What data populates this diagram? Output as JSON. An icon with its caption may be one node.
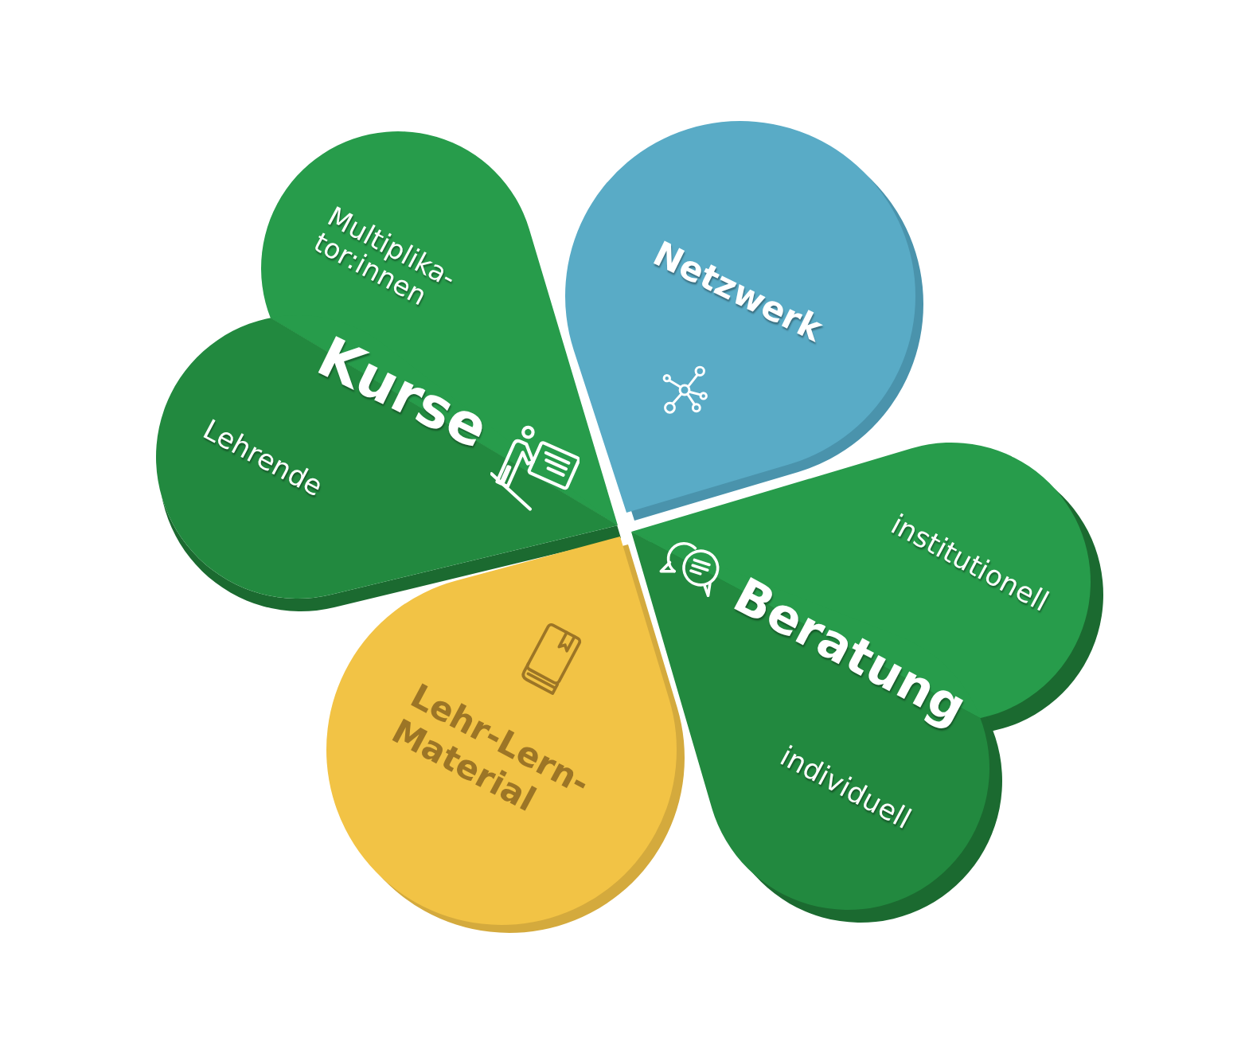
{
  "diagram": {
    "nodes": [
      {
        "text": [
          "Multiplika- tor:innen",
          "Kurse",
          "Lehrende"
        ]
      },
      {
        "text": [
          "Netzwerk"
        ]
      },
      {
        "text": [
          "institutionell",
          "Beratung",
          "individuell"
        ]
      },
      {
        "text": [
          "Lehr-Lern- Material"
        ]
      }
    ]
  }
}
